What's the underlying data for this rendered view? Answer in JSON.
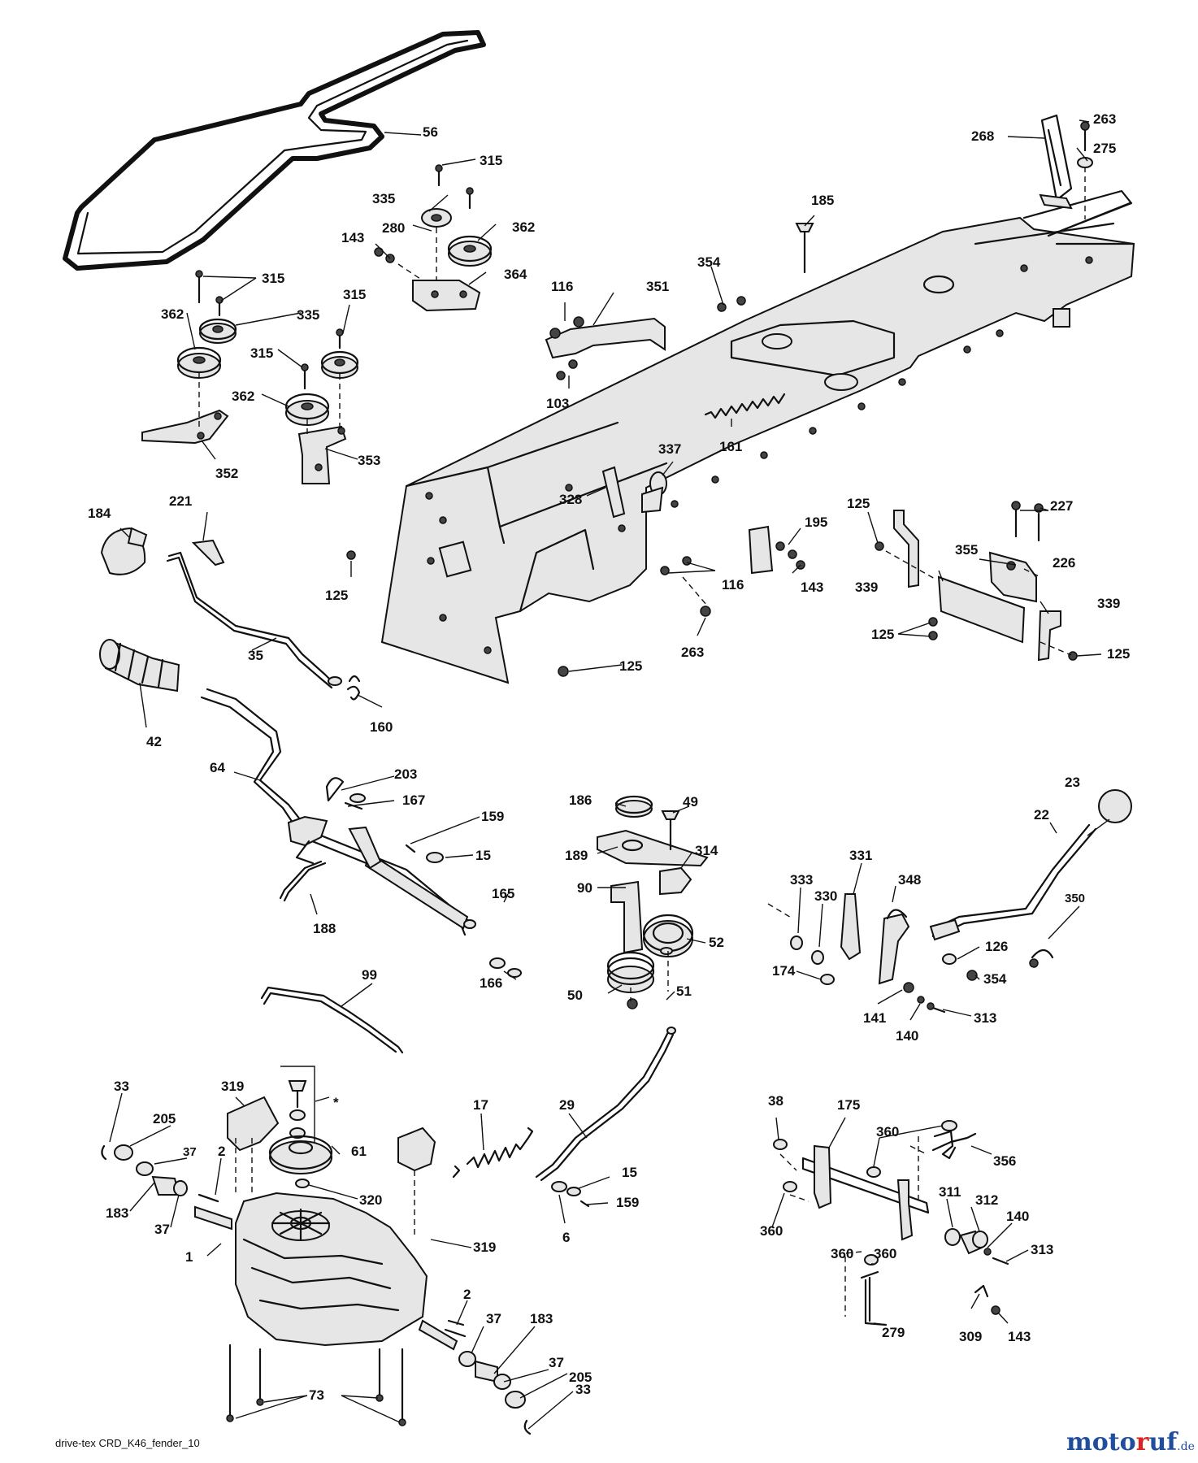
{
  "diagram": {
    "footer_code": "drive-tex CRD_K46_fender_10",
    "brand": {
      "main": "moto",
      "accent": "r",
      "rest": "uf",
      "tld": ".de",
      "main_color": "#1f4e9c",
      "accent_color": "#dd2222"
    },
    "callouts": [
      {
        "id": "c-56",
        "text": "56"
      },
      {
        "id": "c-315a",
        "text": "315"
      },
      {
        "id": "c-335a",
        "text": "335"
      },
      {
        "id": "c-280",
        "text": "280"
      },
      {
        "id": "c-362a",
        "text": "362"
      },
      {
        "id": "c-143a",
        "text": "143"
      },
      {
        "id": "c-364",
        "text": "364"
      },
      {
        "id": "c-315b",
        "text": "315"
      },
      {
        "id": "c-362b",
        "text": "362"
      },
      {
        "id": "c-335b",
        "text": "335"
      },
      {
        "id": "c-315c",
        "text": "315"
      },
      {
        "id": "c-315d",
        "text": "315"
      },
      {
        "id": "c-362c",
        "text": "362"
      },
      {
        "id": "c-352",
        "text": "352"
      },
      {
        "id": "c-353",
        "text": "353"
      },
      {
        "id": "c-116a",
        "text": "116"
      },
      {
        "id": "c-351",
        "text": "351"
      },
      {
        "id": "c-103",
        "text": "103"
      },
      {
        "id": "c-354a",
        "text": "354"
      },
      {
        "id": "c-185",
        "text": "185"
      },
      {
        "id": "c-268",
        "text": "268"
      },
      {
        "id": "c-263a",
        "text": "263"
      },
      {
        "id": "c-275",
        "text": "275"
      },
      {
        "id": "c-161",
        "text": "161"
      },
      {
        "id": "c-337",
        "text": "337"
      },
      {
        "id": "c-328",
        "text": "328"
      },
      {
        "id": "c-184",
        "text": "184"
      },
      {
        "id": "c-221",
        "text": "221"
      },
      {
        "id": "c-125a",
        "text": "125"
      },
      {
        "id": "c-195",
        "text": "195"
      },
      {
        "id": "c-143b",
        "text": "143"
      },
      {
        "id": "c-116b",
        "text": "116"
      },
      {
        "id": "c-263b",
        "text": "263"
      },
      {
        "id": "c-125b",
        "text": "125"
      },
      {
        "id": "c-125c",
        "text": "125"
      },
      {
        "id": "c-227",
        "text": "227"
      },
      {
        "id": "c-355",
        "text": "355"
      },
      {
        "id": "c-226",
        "text": "226"
      },
      {
        "id": "c-339a",
        "text": "339"
      },
      {
        "id": "c-339b",
        "text": "339"
      },
      {
        "id": "c-125d",
        "text": "125"
      },
      {
        "id": "c-125e",
        "text": "125"
      },
      {
        "id": "c-35",
        "text": "35"
      },
      {
        "id": "c-42",
        "text": "42"
      },
      {
        "id": "c-160",
        "text": "160"
      },
      {
        "id": "c-64",
        "text": "64"
      },
      {
        "id": "c-203",
        "text": "203"
      },
      {
        "id": "c-167",
        "text": "167"
      },
      {
        "id": "c-159a",
        "text": "159"
      },
      {
        "id": "c-15a",
        "text": "15"
      },
      {
        "id": "c-165",
        "text": "165"
      },
      {
        "id": "c-188",
        "text": "188"
      },
      {
        "id": "c-166",
        "text": "166"
      },
      {
        "id": "c-186",
        "text": "186"
      },
      {
        "id": "c-49",
        "text": "49"
      },
      {
        "id": "c-189",
        "text": "189"
      },
      {
        "id": "c-314",
        "text": "314"
      },
      {
        "id": "c-90",
        "text": "90"
      },
      {
        "id": "c-52",
        "text": "52"
      },
      {
        "id": "c-50",
        "text": "50"
      },
      {
        "id": "c-51",
        "text": "51"
      },
      {
        "id": "c-23",
        "text": "23"
      },
      {
        "id": "c-22",
        "text": "22"
      },
      {
        "id": "c-331",
        "text": "331"
      },
      {
        "id": "c-333",
        "text": "333"
      },
      {
        "id": "c-330",
        "text": "330"
      },
      {
        "id": "c-348",
        "text": "348"
      },
      {
        "id": "c-350",
        "text": "350"
      },
      {
        "id": "c-126",
        "text": "126"
      },
      {
        "id": "c-354b",
        "text": "354"
      },
      {
        "id": "c-174",
        "text": "174"
      },
      {
        "id": "c-141",
        "text": "141"
      },
      {
        "id": "c-140a",
        "text": "140"
      },
      {
        "id": "c-313a",
        "text": "313"
      },
      {
        "id": "c-99",
        "text": "99"
      },
      {
        "id": "c-33a",
        "text": "33"
      },
      {
        "id": "c-319a",
        "text": "319"
      },
      {
        "id": "c-star",
        "text": "*"
      },
      {
        "id": "c-205a",
        "text": "205"
      },
      {
        "id": "c-37a",
        "text": "37"
      },
      {
        "id": "c-2a",
        "text": "2"
      },
      {
        "id": "c-61",
        "text": "61"
      },
      {
        "id": "c-320",
        "text": "320"
      },
      {
        "id": "c-183a",
        "text": "183"
      },
      {
        "id": "c-37b",
        "text": "37"
      },
      {
        "id": "c-319b",
        "text": "319"
      },
      {
        "id": "c-1",
        "text": "1"
      },
      {
        "id": "c-2b",
        "text": "2"
      },
      {
        "id": "c-37c",
        "text": "37"
      },
      {
        "id": "c-183b",
        "text": "183"
      },
      {
        "id": "c-37d",
        "text": "37"
      },
      {
        "id": "c-205b",
        "text": "205"
      },
      {
        "id": "c-33b",
        "text": "33"
      },
      {
        "id": "c-73",
        "text": "73"
      },
      {
        "id": "c-17",
        "text": "17"
      },
      {
        "id": "c-29",
        "text": "29"
      },
      {
        "id": "c-15b",
        "text": "15"
      },
      {
        "id": "c-159b",
        "text": "159"
      },
      {
        "id": "c-6",
        "text": "6"
      },
      {
        "id": "c-38",
        "text": "38"
      },
      {
        "id": "c-175",
        "text": "175"
      },
      {
        "id": "c-360a",
        "text": "360"
      },
      {
        "id": "c-356",
        "text": "356"
      },
      {
        "id": "c-360b",
        "text": "360"
      },
      {
        "id": "c-311",
        "text": "311"
      },
      {
        "id": "c-312",
        "text": "312"
      },
      {
        "id": "c-140b",
        "text": "140"
      },
      {
        "id": "c-313b",
        "text": "313"
      },
      {
        "id": "c-360c",
        "text": "360"
      },
      {
        "id": "c-360d",
        "text": "360"
      },
      {
        "id": "c-279",
        "text": "279"
      },
      {
        "id": "c-309",
        "text": "309"
      },
      {
        "id": "c-143c",
        "text": "143"
      }
    ]
  }
}
